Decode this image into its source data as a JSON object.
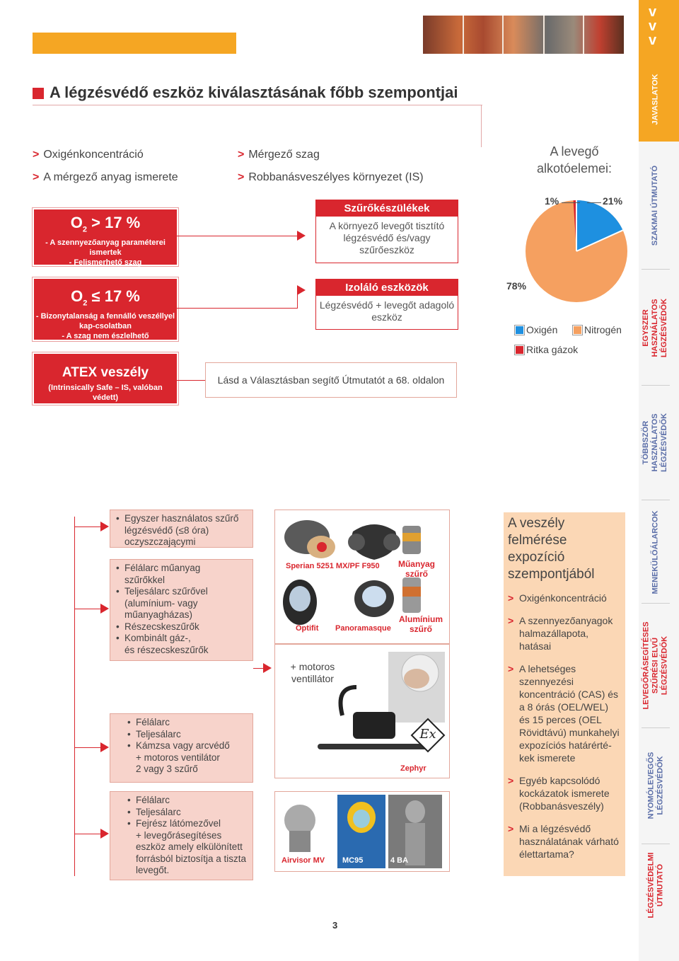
{
  "title": "A légzésvédő eszköz kiválasztásának főbb szempontjai",
  "criteria": {
    "left": [
      "Oxigénkoncentráció",
      "A mérgező anyag ismerete"
    ],
    "right": [
      "Mérgező szag",
      "Robbanásveszélyes környezet (IS)"
    ],
    "bullet": ">"
  },
  "conditions": {
    "c1": {
      "o2": "O",
      "sub": "2",
      "op": "> 17 %",
      "lines": [
        "- A szennyezőanyag paraméterei",
        "ismertek",
        "- Felismerhető szag"
      ]
    },
    "c2": {
      "o2": "O",
      "sub": "2",
      "op": "≤ 17 %",
      "lines": [
        "- Bizonytalanság a fennálló veszéllyel",
        "kap-csolatban",
        "- A szag nem észlelhető"
      ]
    },
    "c3": {
      "title": "ATEX veszély",
      "sub": "(Intrinsically Safe – IS, valóban védett)"
    }
  },
  "devices": {
    "filter": {
      "header": "Szűrőkészülékek",
      "lines": [
        "A környező levegőt tisztító",
        "légzésvédő és/vagy",
        "szűrőeszköz"
      ]
    },
    "isolating": {
      "header": "Izoláló eszközök",
      "lines": [
        "Légzésvédő + levegőt adagoló",
        "eszköz"
      ]
    },
    "guide": "Lásd a Választásban segítő Útmutatót a 68. oldalon"
  },
  "pie": {
    "title_lines": [
      "A levegő",
      "alkotóelemei:"
    ],
    "labels": {
      "rare": "1%",
      "oxygen": "21%",
      "nitrogen": "78%"
    },
    "legend": [
      "Oxigén",
      "Nitrogén",
      "Ritka gázok"
    ],
    "colors": {
      "oxygen": "#1e90e0",
      "nitrogen": "#f5a060",
      "rare": "#d9262e"
    }
  },
  "categories": {
    "b1": [
      "Egyszer használatos szűrő",
      "légzésvédő (≤8 óra)",
      "oczyszczającymi"
    ],
    "b2": [
      "Félálarc műanyag",
      "szűrőkkel",
      "Teljesálarc szűrővel",
      "(alumínium- vagy",
      "műanyagházas)",
      "Részecskeszűrők",
      "Kombinált gáz-,",
      "és részecskeszűrők"
    ],
    "b3": [
      "Félálarc",
      "Teljesálarc",
      "Kámzsa vagy arcvédő",
      "+ motoros ventilátor",
      "2 vagy 3 szűrő"
    ],
    "b4": [
      "Félálarc",
      "Teljesálarc",
      "Fejrész látómezővel",
      "+ levegőrásegítéses",
      "eszköz amely elkülönített",
      "forrásból biztosítja a tiszta",
      "levegőt."
    ]
  },
  "products": {
    "sperian": "Sperian 5251 MX/PF F950",
    "plastic": "Műanyag",
    "plastic2": "szűrő",
    "optifit": "Optifit",
    "panoramasque": "Panoramasque",
    "alu": "Alumínium",
    "alu2": "szűrő",
    "motor": [
      "+ motoros",
      "ventillátor"
    ],
    "zephyr": "Zephyr",
    "ex": "Ex",
    "airvisor": "Airvisor MV",
    "mc95": "MC95",
    "ba": "4 BA"
  },
  "risk": {
    "title": [
      "A veszély",
      "felmérése",
      "expozíció",
      "szempontjából"
    ],
    "items": [
      "Oxigénkoncentráció",
      "A szennyezőanyagok halmazállapota, hatásai",
      "A lehetséges szennyezési koncentráció (CAS) és a 8 órás (OEL/WEL) és 15 perces (OEL Rövidtávú) munkahelyi expozíciós határérté-kek ismerete",
      "Egyéb kapcsolódó kockázatok ismerete (Robbanásveszély)",
      "Mi a légzésvédő használatának várható élettartama?"
    ],
    "bullet": ">"
  },
  "sidebar": {
    "chevron": "v",
    "tabs": [
      "JAVASLATOK",
      "SZAKMAI ÚTMUTATÓ",
      "EGYSZER HASZNÁLATOS LÉGZÉSVÉDŐK",
      "TÖBBSZÖR HASZNÁLATOS LÉGZÉSVÉDŐK",
      "MENEKÜLŐÁLARCOK",
      "LEVEGŐRÁSEGÍTÉSES SZŰRÉSI ELVŰ LÉGZÉSVÉDŐK",
      "NYOMÓLEVEGŐS LÉGZÉSVÉDŐK",
      "LÉGZÉSVÉDELMI ÚTMUTATÓ"
    ]
  },
  "page_number": "3"
}
